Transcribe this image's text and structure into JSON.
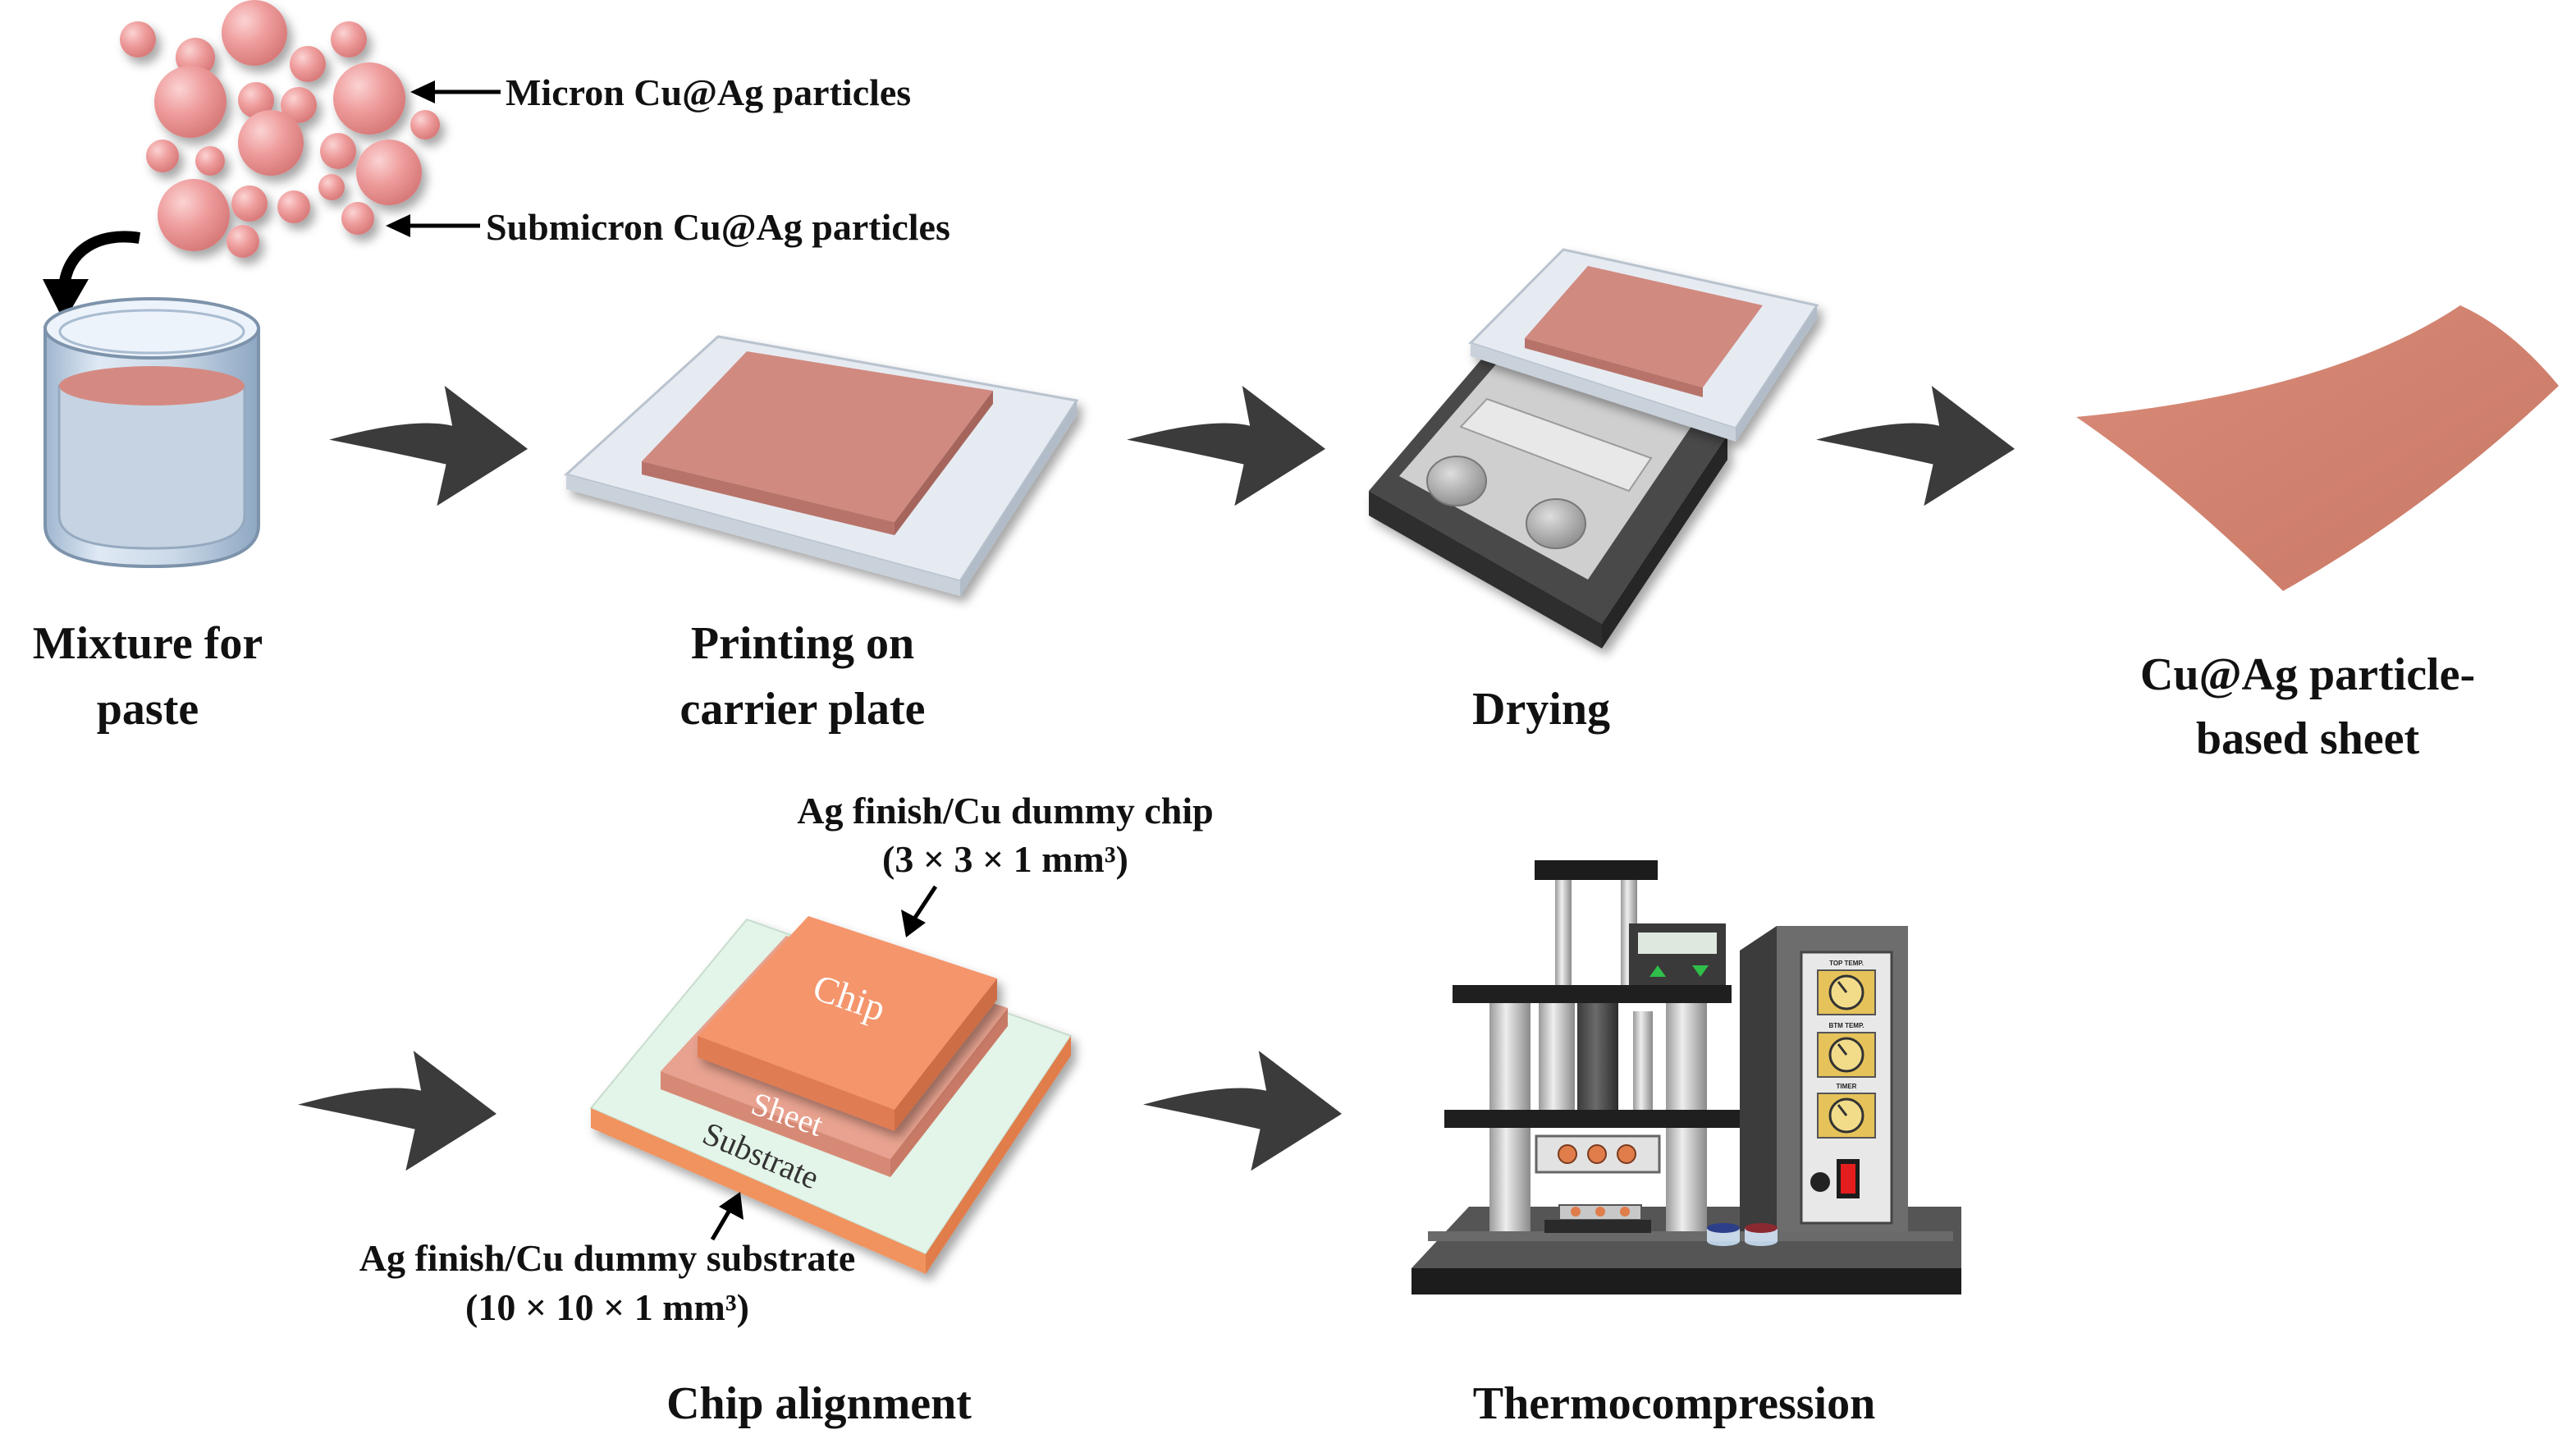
{
  "labels": {
    "micron": "Micron Cu@Ag particles",
    "submicron": "Submicron Cu@Ag particles",
    "mixture": [
      "Mixture for",
      "paste"
    ],
    "printing": [
      "Printing on",
      "carrier plate"
    ],
    "drying": "Drying",
    "sheet": [
      "Cu@Ag particle-",
      "based sheet"
    ],
    "chip_note": [
      "Ag finish/Cu dummy chip",
      "(3 × 3 × 1 mm³)"
    ],
    "substrate_note": [
      "Ag finish/Cu dummy substrate",
      "(10 × 10 × 1 mm³)"
    ],
    "chip": "Chip",
    "sheet_layer": "Sheet",
    "substrate": "Substrate",
    "chip_alignment": "Chip alignment",
    "thermocompression": "Thermocompression"
  },
  "panel": {
    "top_temp": "TOP TEMP.",
    "btm_temp": "BTM TEMP.",
    "timer": "TIMER"
  },
  "colors": {
    "particle": "#f0a0a0",
    "paste": "#d08a80",
    "arrow": "#3b3b3b",
    "copper": "#f4956c",
    "plate": "#dfe6ee"
  }
}
